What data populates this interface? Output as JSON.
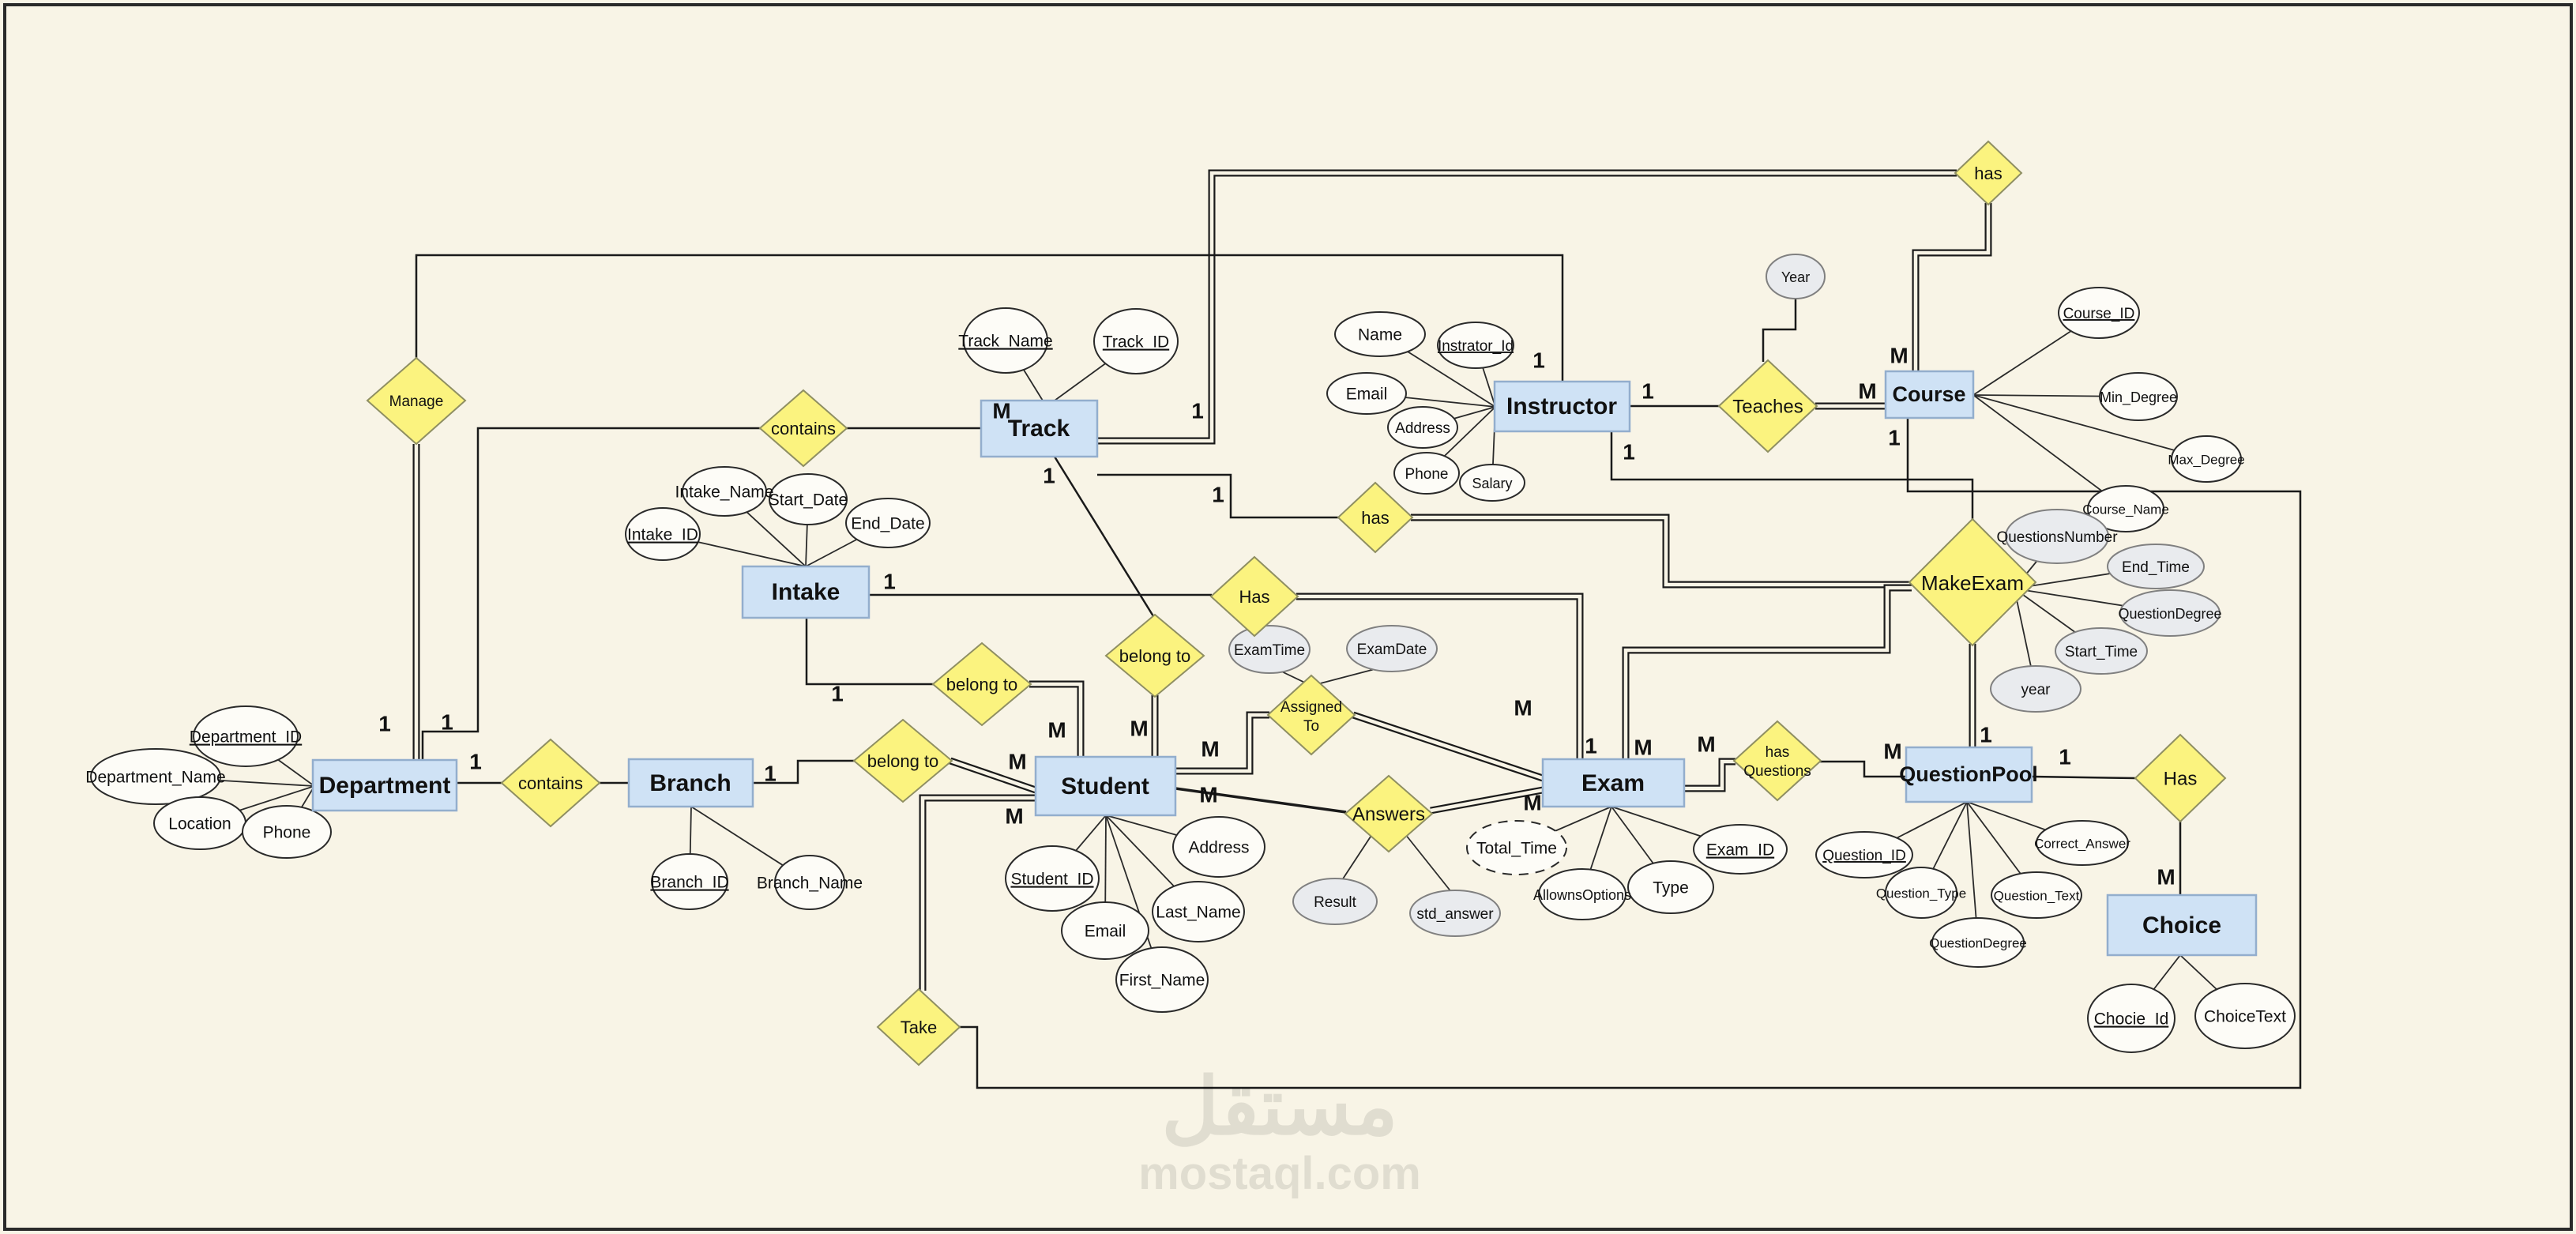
{
  "entities": {
    "department": "Department",
    "branch": "Branch",
    "student": "Student",
    "exam": "Exam",
    "question_pool": "QuestionPool",
    "choice": "Choice",
    "intake": "Intake",
    "track": "Track",
    "instructor": "Instructor",
    "course": "Course"
  },
  "rels": {
    "manage": "Manage",
    "contains_top": "contains",
    "contains_bottom": "contains",
    "belong_a": "belong to",
    "belong_b": "belong to",
    "belong_c": "belong to",
    "take": "Take",
    "has_mid": "Has",
    "has_small": "has",
    "assigned_1": "Assigned",
    "assigned_2": "To",
    "answers": "Answers",
    "has_top": "has",
    "teaches": "Teaches",
    "make_exam": "MakeExam",
    "hasq_1": "has",
    "hasq_2": "Questions",
    "has_right": "Has"
  },
  "attrs": {
    "department_id": "Department_ID",
    "department_name": "Department_Name",
    "location": "Location",
    "phone_d": "Phone",
    "branch_id": "Branch_ID",
    "branch_name": "Branch_Name",
    "student_id": "Student_ID",
    "email_s": "Email",
    "first_name": "First_Name",
    "last_name": "Last_Name",
    "address_s": "Address",
    "intake_id": "Intake_ID",
    "intake_name": "Intake_Name",
    "start_date": "Start_Date",
    "end_date": "End_Date",
    "track_name": "Track_Name",
    "track_id": "Track_ID",
    "name_i": "Name",
    "instrator_id": "Instrator_Id",
    "email_i": "Email",
    "address_i": "Address",
    "phone_i": "Phone",
    "salary": "Salary",
    "course_id": "Course_ID",
    "min_degree": "Min_Degree",
    "max_degree": "Max_Degree",
    "course_name": "Course_Name",
    "question_id": "Question_ID",
    "question_type": "Question_Type",
    "question_degree_qp": "QuestionDegree",
    "question_text": "Question_Text",
    "correct_answer": "Correct_Answer",
    "chocie_id": "Chocie_Id",
    "choice_text": "ChoiceText",
    "exam_id": "Exam_ID",
    "allowns_options": "AllownsOptions",
    "type_e": "Type",
    "total_time": "Total_Time",
    "year_t": "Year",
    "exam_time": "ExamTime",
    "exam_date": "ExamDate",
    "result": "Result",
    "std_answer": "std_answer",
    "questions_number": "QuestionsNumber",
    "end_time": "End_Time",
    "question_degree_me": "QuestionDegree",
    "start_time": "Start_Time",
    "year_me": "year"
  },
  "cards": {
    "one": "1",
    "many": "M"
  },
  "watermark": {
    "arabic": "مستقل",
    "site": "mostaql.com"
  }
}
